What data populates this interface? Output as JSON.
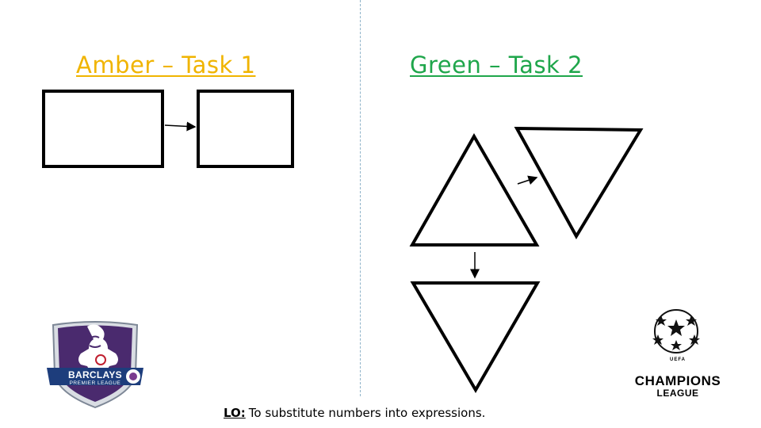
{
  "headings": {
    "amber": "Amber – Task 1",
    "green": "Green – Task 2"
  },
  "colors": {
    "amber": "#f0b400",
    "green": "#1fa64b"
  },
  "objective": {
    "label": "LO:",
    "text": "To substitute numbers into expressions."
  },
  "logos": {
    "premier_league": {
      "icon": "premier-league-lion-icon",
      "wordmark": "BARCLAYS",
      "subtitle": "PREMIER LEAGUE"
    },
    "champions_league": {
      "icon": "champions-league-starball-icon",
      "uefa": "UEFA",
      "wordmark": "CHAMPIONS",
      "subtitle": "LEAGUE"
    }
  }
}
